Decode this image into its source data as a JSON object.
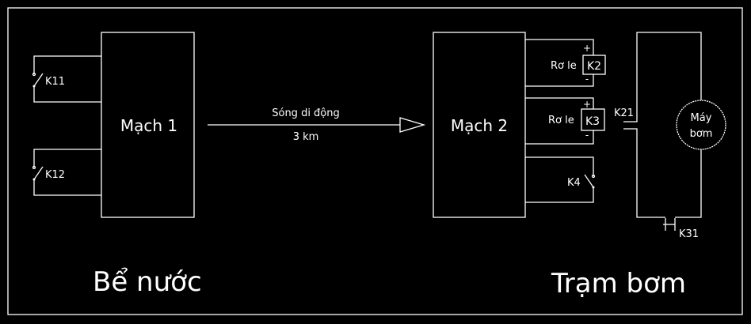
{
  "left_station": {
    "title": "Bể nước",
    "circuit": "Mạch 1",
    "switches": [
      "K11",
      "K12"
    ]
  },
  "link": {
    "label": "Sóng di động",
    "distance": "3 km"
  },
  "right_station": {
    "title": "Trạm bơm",
    "circuit": "Mạch 2",
    "relays": [
      {
        "label": "Rơ le",
        "name": "K2"
      },
      {
        "label": "Rơ le",
        "name": "K3"
      }
    ],
    "relay_plus": "+",
    "relay_minus": "-",
    "switch": "K4",
    "contacts": [
      "K21",
      "K31"
    ],
    "pump": {
      "line1": "Máy",
      "line2": "bơm"
    }
  }
}
